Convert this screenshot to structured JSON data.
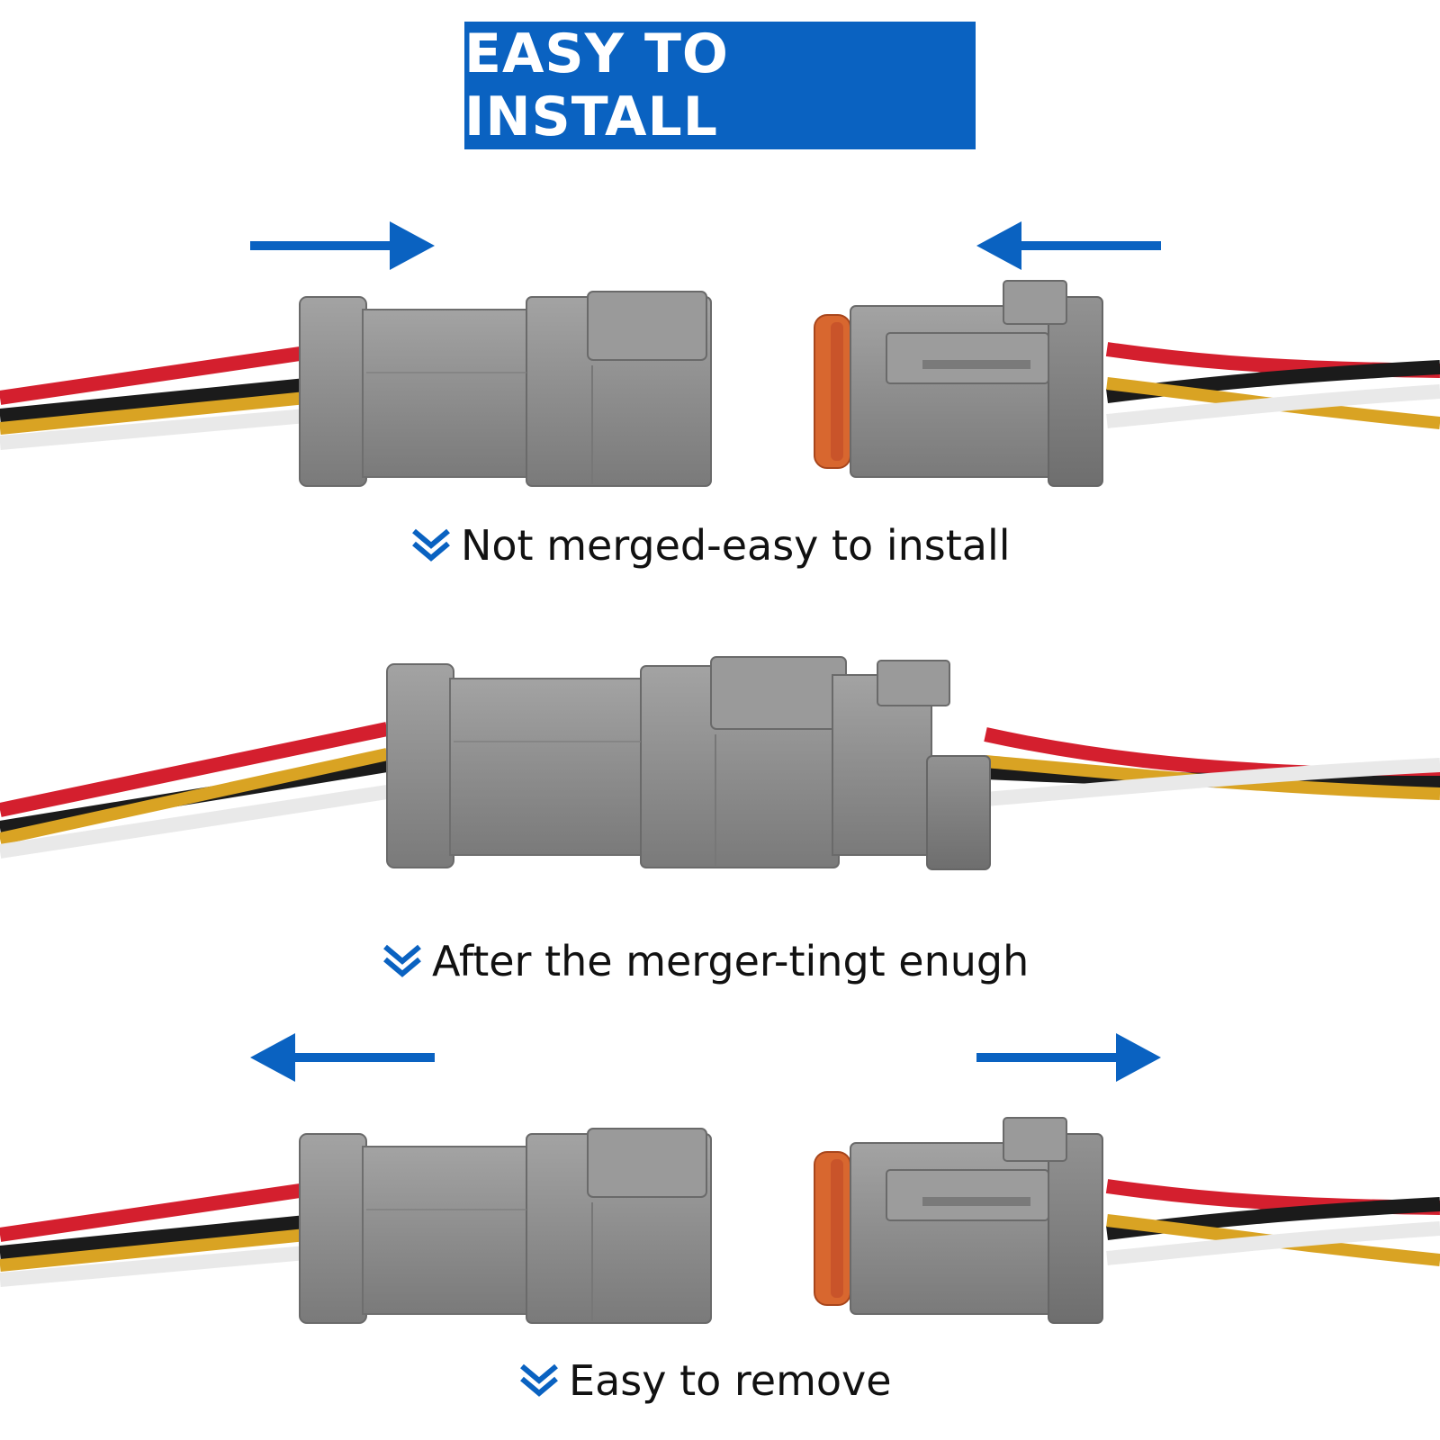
{
  "banner": {
    "title": "EASY TO INSTALL",
    "color": "#0a62c1"
  },
  "steps": [
    {
      "caption": "Not merged-easy to install",
      "state": "separated",
      "arrows": "inward"
    },
    {
      "caption": "After the merger-tingt enugh",
      "state": "merged",
      "arrows": "none"
    },
    {
      "caption": "Easy to remove",
      "state": "separated",
      "arrows": "outward"
    }
  ],
  "icons": {
    "caption_marker": "double-chevron-down-icon",
    "direction": "arrow-icon"
  },
  "colors": {
    "connector_gray": "#8f8f8f",
    "seal_orange": "#d8672f",
    "wire_red": "#d41f2e",
    "wire_black": "#1b1b1b",
    "wire_yellow": "#d9a323",
    "wire_white": "#eeeeee",
    "arrow_blue": "#0a62c1"
  }
}
